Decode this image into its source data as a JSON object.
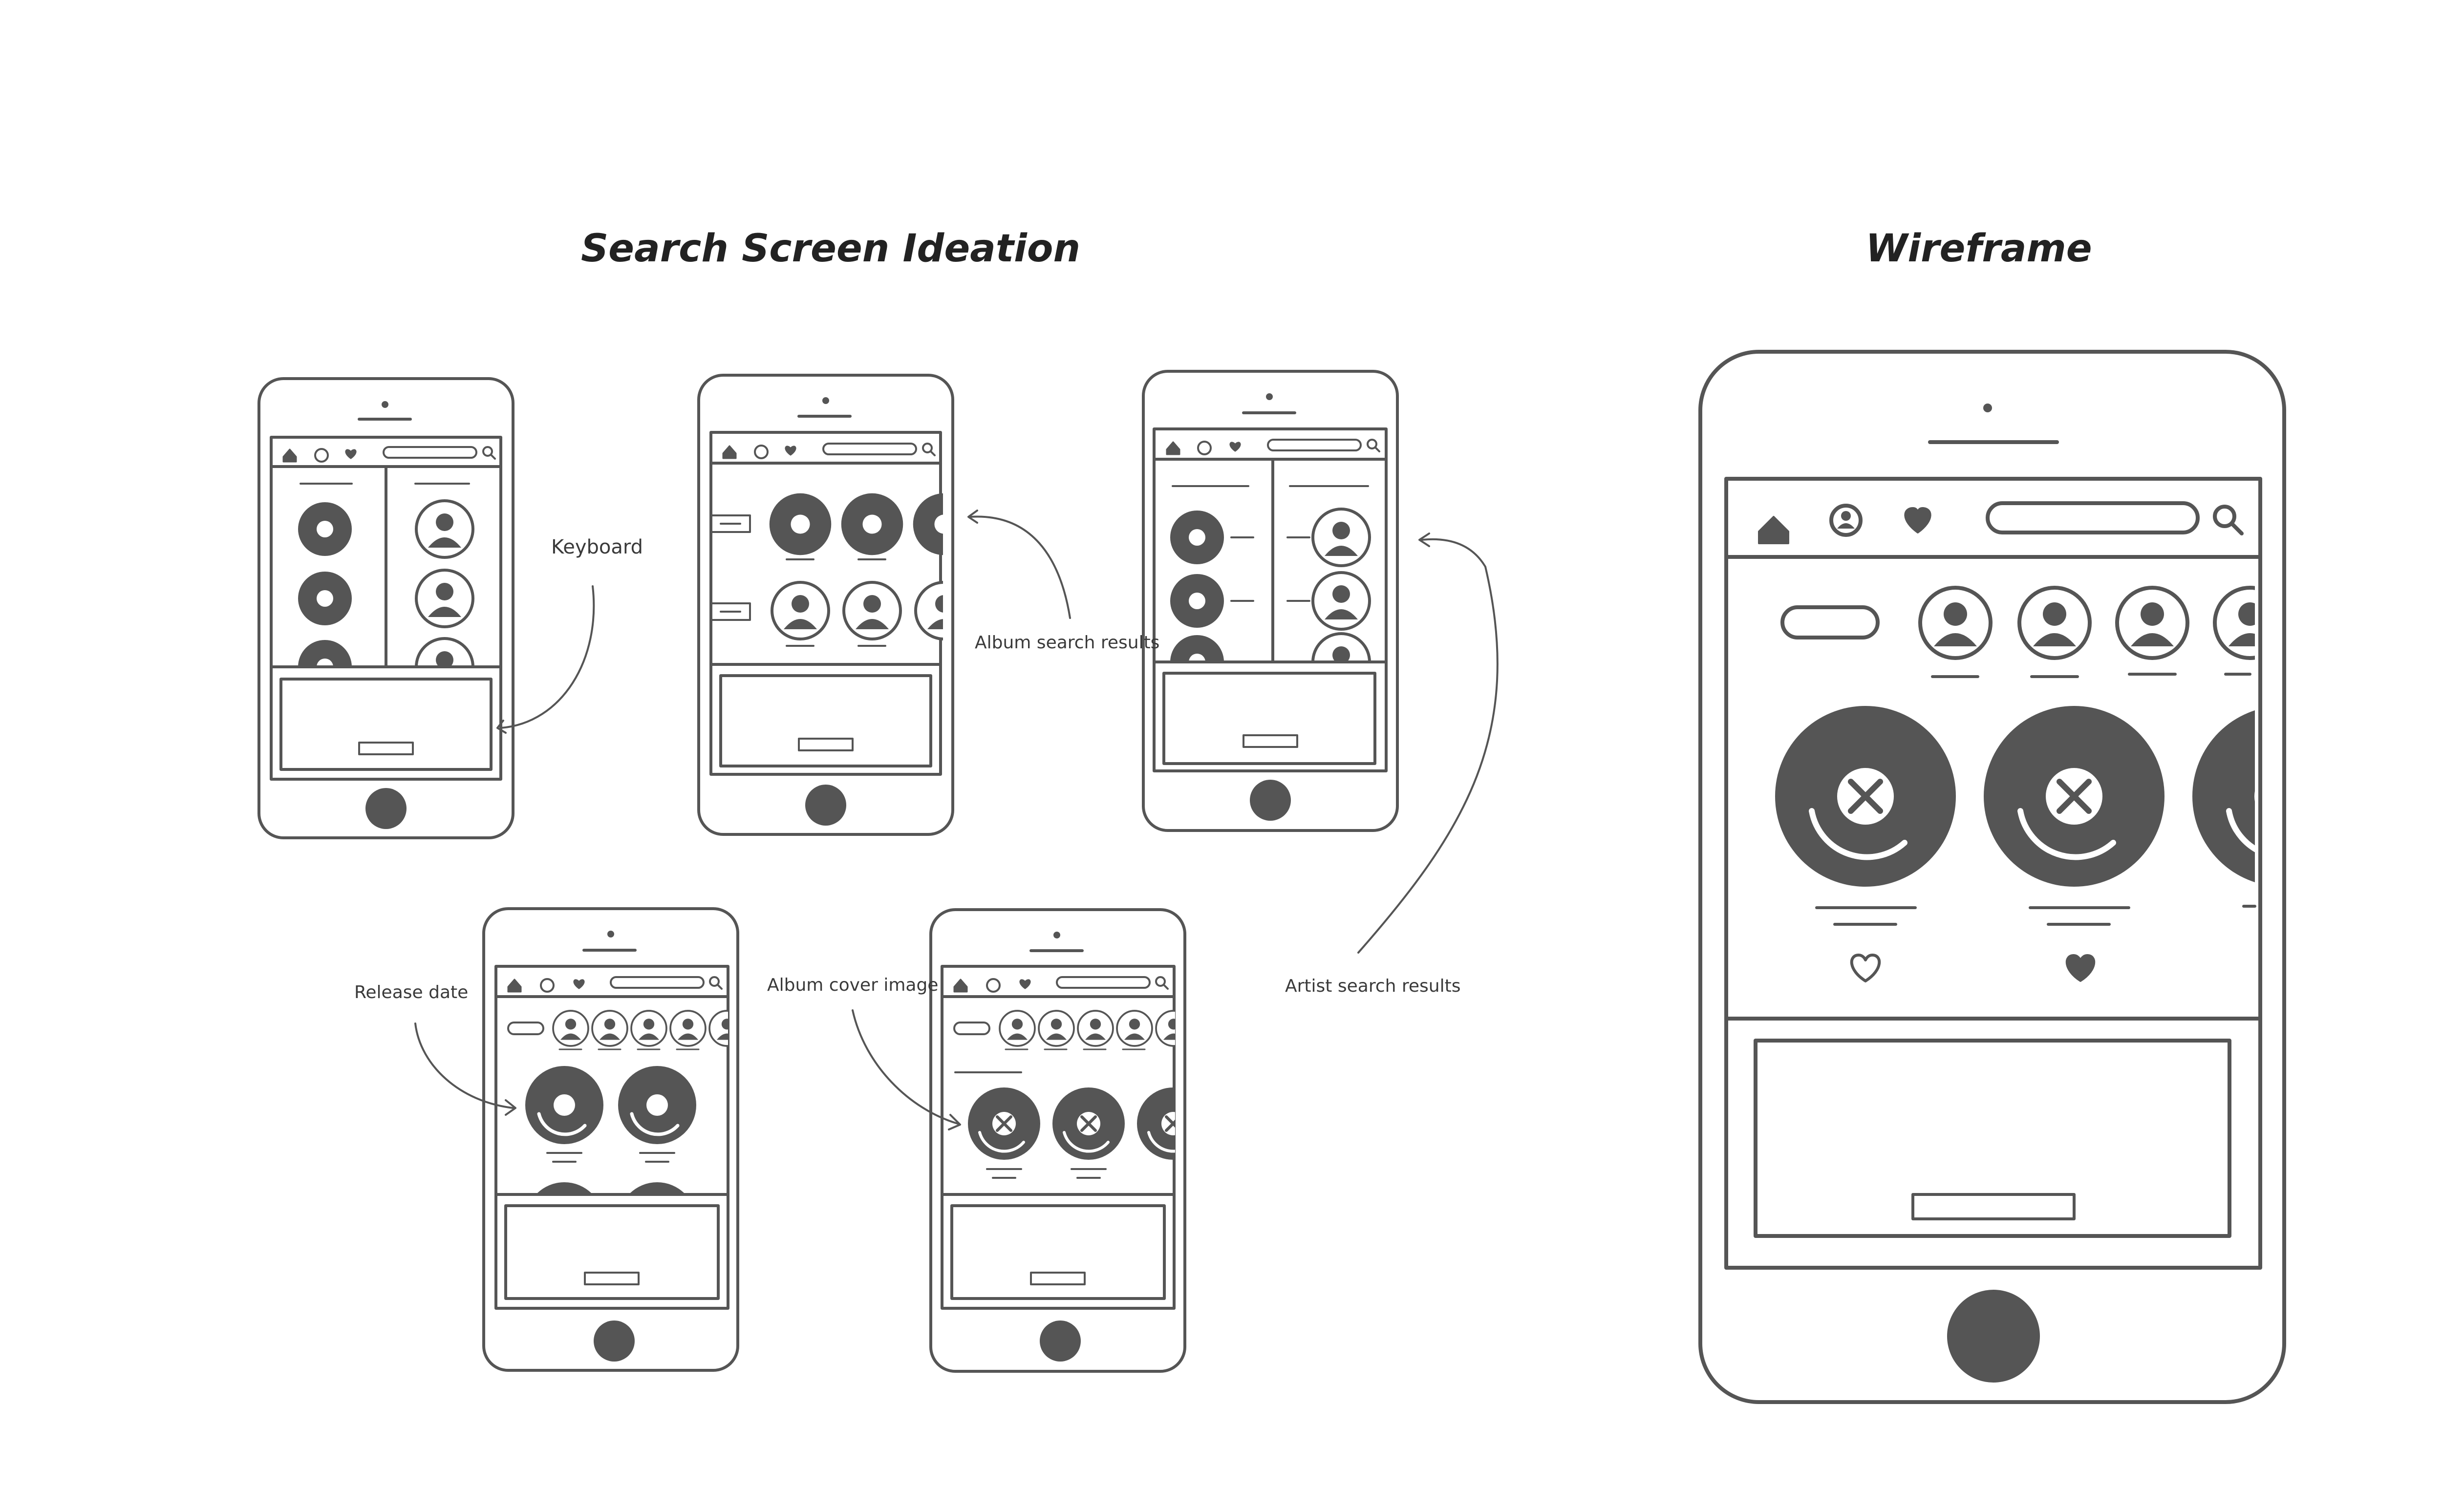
{
  "titles": {
    "ideation": "Search Screen Ideation",
    "wireframe": "Wireframe"
  },
  "annotations": {
    "keyboard": "Keyboard",
    "album_results": "Album search results",
    "artist_results": "Artist search results",
    "release_date": "Release date",
    "album_cover": "Album cover image"
  },
  "colors": {
    "stroke": "#555555",
    "fill_dark": "#555555",
    "background": "#ffffff"
  },
  "icons": [
    "home-icon",
    "profile-icon",
    "heart-icon",
    "search-icon",
    "record-icon",
    "artist-avatar-icon"
  ]
}
